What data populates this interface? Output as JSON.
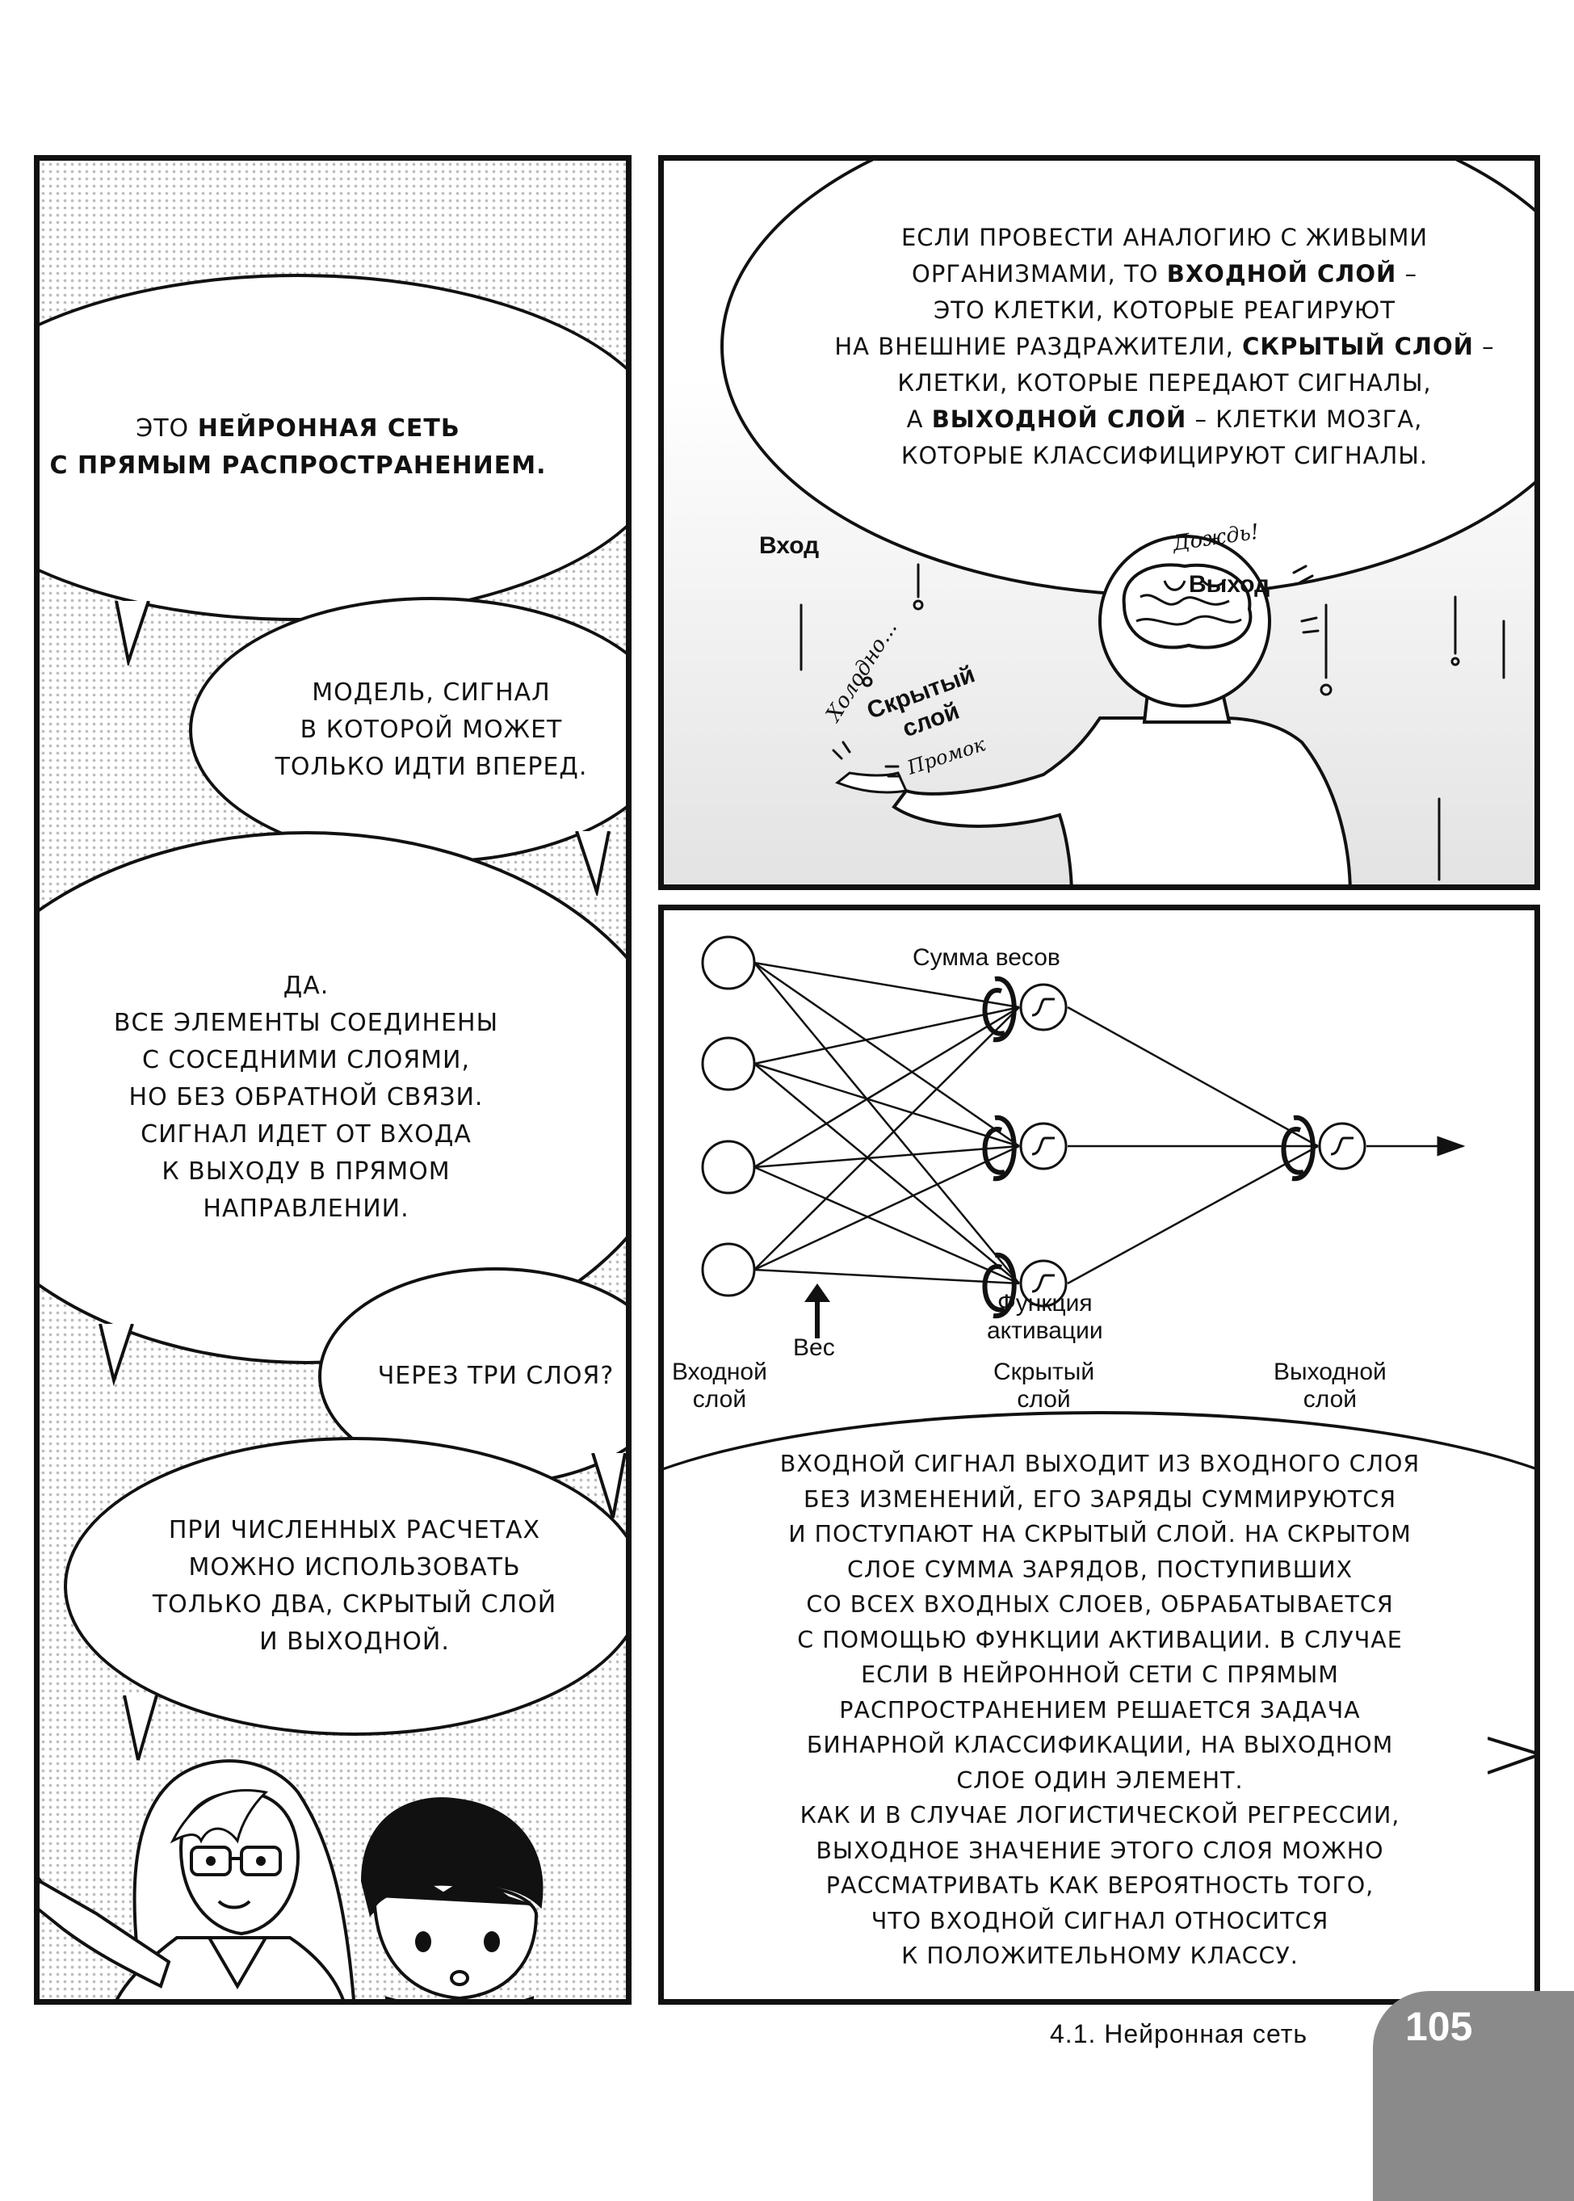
{
  "left_panel": {
    "bubble1": {
      "line1_pre": "Это ",
      "line1_bold": "нейронная сеть",
      "line2_bold": "с прямым распространением."
    },
    "bubble2": {
      "lines": [
        "Модель, сигнал",
        "в которой может",
        "только идти вперед."
      ]
    },
    "bubble3": {
      "lines": [
        "Да.",
        "Все элементы соединены",
        "с соседними слоями,",
        "но без обратной связи.",
        "Сигнал идет от входа",
        "к выходу в прямом",
        "направлении."
      ]
    },
    "bubble4": {
      "lines": [
        "Через три слоя?"
      ]
    },
    "bubble5": {
      "lines": [
        "При численных расчетах",
        "можно использовать",
        "только два, скрытый слой",
        "и выходной."
      ]
    }
  },
  "top_right_panel": {
    "bubble": {
      "l1": "Если провести аналогию с живыми",
      "l2_pre": "организмами, то ",
      "l2_bold": "входной слой",
      "l2_post": " –",
      "l3": "это клетки, которые реагируют",
      "l4_pre": "на внешние раздражители, ",
      "l4_bold": "скрытый слой",
      "l4_post": " –",
      "l5": "клетки, которые передают сигналы,",
      "l6_pre": "а ",
      "l6_bold": "выходной слой",
      "l6_post": " – клетки мозга,",
      "l7": "которые классифицируют сигналы."
    },
    "labels": {
      "input": "Вход",
      "output": "Выход",
      "hidden_1": "Скрытый",
      "hidden_2": "слой",
      "cold": "Холодно...",
      "rain": "Дождь!",
      "wet": "Промок"
    }
  },
  "diagram_panel": {
    "labels": {
      "sum_weights": "Сумма весов",
      "activation_1": "Функция",
      "activation_2": "активации",
      "weight": "Вес",
      "input_layer_1": "Входной",
      "input_layer_2": "слой",
      "hidden_layer_1": "Скрытый",
      "hidden_layer_2": "слой",
      "output_layer_1": "Выходной",
      "output_layer_2": "слой"
    },
    "caption": [
      "Входной сигнал выходит из входного слоя",
      "без изменений, его заряды суммируются",
      "и поступают на скрытый слой. На скрытом",
      "слое сумма зарядов, поступивших",
      "со всех входных слоев, обрабатывается",
      "с помощью функции активации. В случае",
      "если в нейронной сети с прямым",
      "распространением решается задача",
      "бинарной классификации, на выходном",
      "слое один элемент.",
      "Как и в случае логистической регрессии,",
      "выходное значение этого слоя можно",
      "рассматривать как вероятность того,",
      "что входной сигнал относится",
      "к положительному классу."
    ]
  },
  "footer": {
    "chapter": "4.1. Нейронная сеть",
    "page_number": "105"
  }
}
